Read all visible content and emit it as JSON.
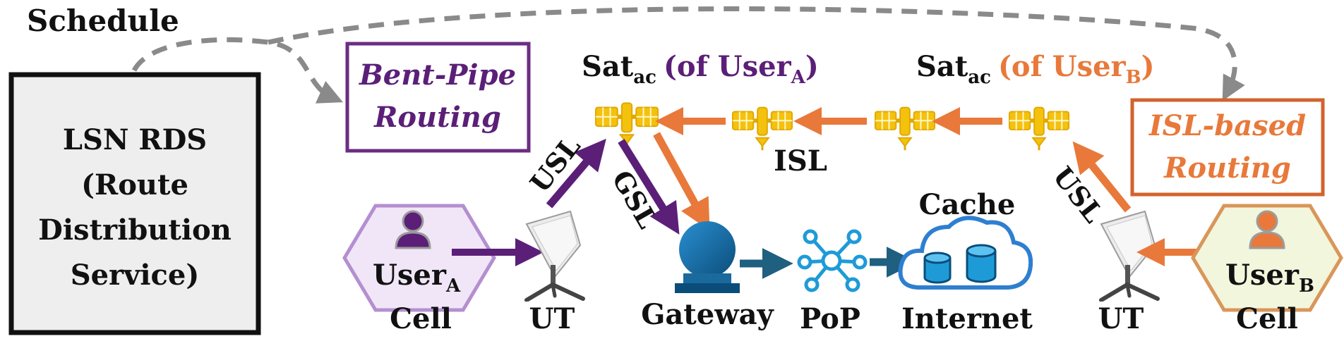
{
  "schedule_label": "Schedule",
  "rds_box": {
    "lines": [
      "LSN RDS",
      "(Route",
      "Distribution",
      "Service)"
    ]
  },
  "bent_pipe_box": {
    "lines": [
      "Bent-Pipe",
      "Routing"
    ]
  },
  "isl_box": {
    "lines": [
      "ISL-based",
      "Routing"
    ]
  },
  "sat_label_a": {
    "prefix": "Sat",
    "sub": "ac",
    "of": "(of User",
    "user_sub": "A",
    "close": ")"
  },
  "sat_label_b": {
    "prefix": "Sat",
    "sub": "ac",
    "of": "(of User",
    "user_sub": "B",
    "close": ")"
  },
  "link_labels": {
    "usl_left": "USL",
    "gsl": "GSL",
    "isl": "ISL",
    "usl_right": "USL"
  },
  "user_a": {
    "name": "User",
    "sub": "A",
    "cell": "Cell"
  },
  "user_b": {
    "name": "User",
    "sub": "B",
    "cell": "Cell"
  },
  "node_labels": {
    "ut_left": "UT",
    "gateway": "Gateway",
    "pop": "PoP",
    "cache": "Cache",
    "internet": "Internet",
    "ut_right": "UT"
  },
  "colors": {
    "purple": "#5b1f78",
    "orange": "#e8793a",
    "teal": "#1f5f80",
    "sat_yellow": "#f4c20d",
    "dashed_gray": "#8a8a8a",
    "rds_fill": "#eeeeee"
  }
}
